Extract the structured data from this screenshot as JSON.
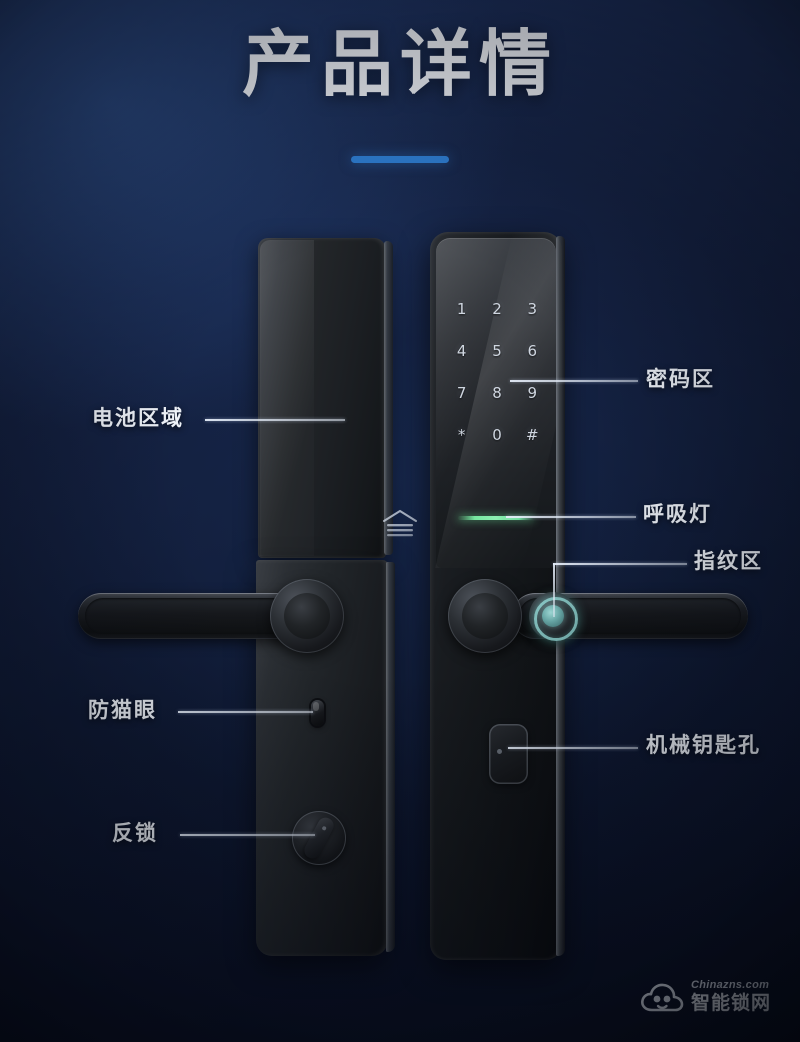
{
  "page": {
    "title": "产品详情",
    "accent_color": "#2f7fd4",
    "background_top_color": "#22376a",
    "background_bottom_color": "#090f1f"
  },
  "product": {
    "name": "smart-door-lock",
    "keypad": {
      "keys": [
        "1",
        "2",
        "3",
        "4",
        "5",
        "6",
        "7",
        "8",
        "9",
        "*",
        "0",
        "#"
      ]
    },
    "indicator_light_color": "#76e8a0",
    "fingerprint_ring_color": "#98e4e0"
  },
  "callouts": {
    "left": [
      {
        "label": "电池区域"
      },
      {
        "label": "防猫眼"
      },
      {
        "label": "反锁"
      }
    ],
    "right": [
      {
        "label": "密码区"
      },
      {
        "label": "呼吸灯"
      },
      {
        "label": "指纹区"
      },
      {
        "label": "机械钥匙孔"
      }
    ]
  },
  "watermark": {
    "english": "Chinazns.com",
    "chinese": "智能锁网"
  }
}
